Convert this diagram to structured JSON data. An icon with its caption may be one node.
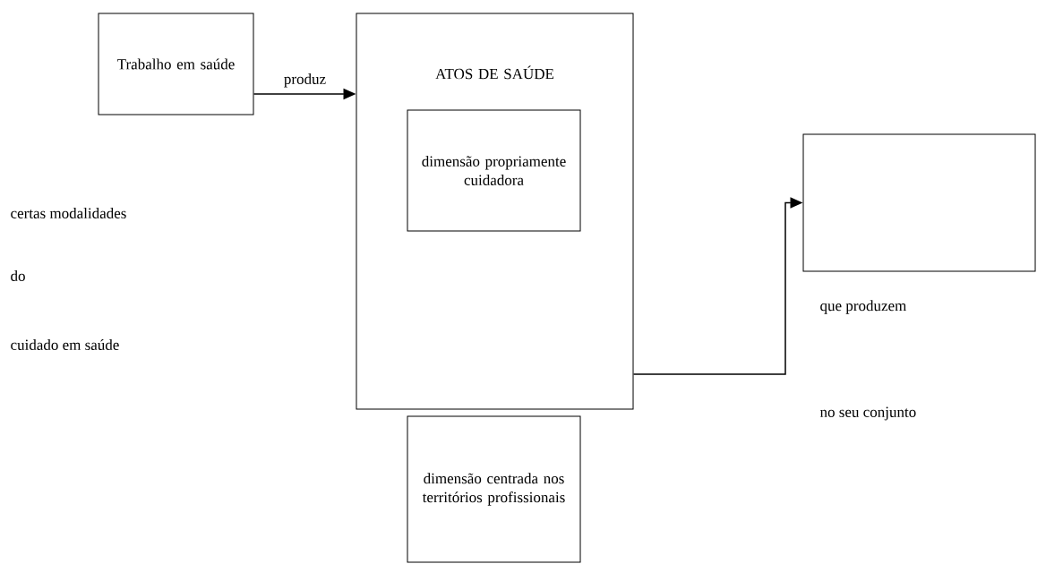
{
  "diagram": {
    "nodes": [
      {
        "text": [
          "Trabalho em saúde"
        ]
      },
      {
        "text": [
          "ATOS DE SAÚDE"
        ]
      },
      {
        "text": [
          "dimensão propriamente cuidadora"
        ],
        "in": 1
      },
      {
        "text": [
          "dimensão centrada nos territórios profissionais"
        ]
      },
      {
        "text": [],
        "shape": "box",
        "beside": [
          "que produzem"
        ]
      }
    ],
    "edges": [
      {
        "from": 0,
        "to": 1,
        "arrow": "to",
        "label": "produz"
      },
      {
        "from": 1,
        "to": 4,
        "arrow": "to"
      }
    ],
    "labels": [
      "certas modalidades",
      "do",
      "cuidado em saúde",
      "no seu conjunto"
    ]
  }
}
